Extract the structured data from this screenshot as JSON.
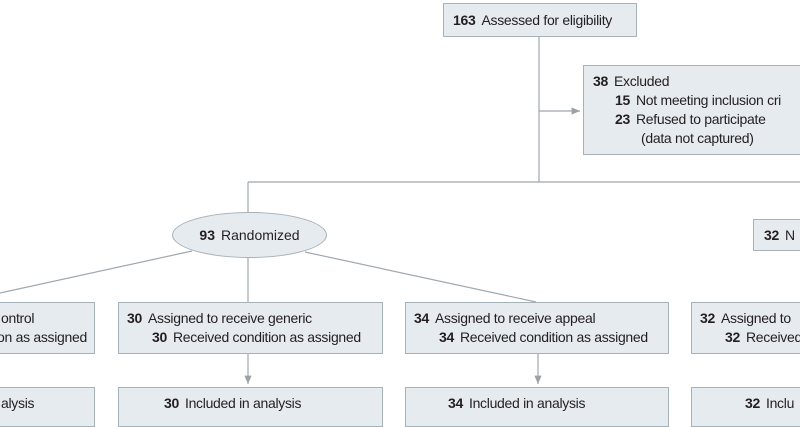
{
  "assessed": {
    "n": "163",
    "label": "Assessed for eligibility"
  },
  "excluded": {
    "n": "38",
    "label": "Excluded",
    "reasons": [
      {
        "n": "15",
        "label": "Not meeting inclusion cri"
      },
      {
        "n": "23",
        "label": "Refused to participate",
        "note": "(data not captured)"
      }
    ]
  },
  "randomized": {
    "n": "93",
    "label": "Randomized"
  },
  "not_randomized": {
    "n": "32",
    "label": "N"
  },
  "arms": [
    {
      "assigned": "ontrol",
      "received": "on as assigned",
      "analysis": "alysis"
    },
    {
      "assigned_n": "30",
      "assigned": "Assigned to receive generic",
      "received_n": "30",
      "received": "Received condition as assigned",
      "analysis_n": "30",
      "analysis": "Included in analysis"
    },
    {
      "assigned_n": "34",
      "assigned": "Assigned to receive appeal",
      "received_n": "34",
      "received": "Received condition as assigned",
      "analysis_n": "34",
      "analysis": "Included in analysis"
    },
    {
      "assigned_n": "32",
      "assigned": "Assigned to",
      "received_n": "32",
      "received": "Received",
      "analysis_n": "32",
      "analysis": "Inclu"
    }
  ],
  "colors": {
    "box_fill": "#e5ebef",
    "box_border": "#a7b1b8",
    "connector": "#a0a8ae"
  }
}
